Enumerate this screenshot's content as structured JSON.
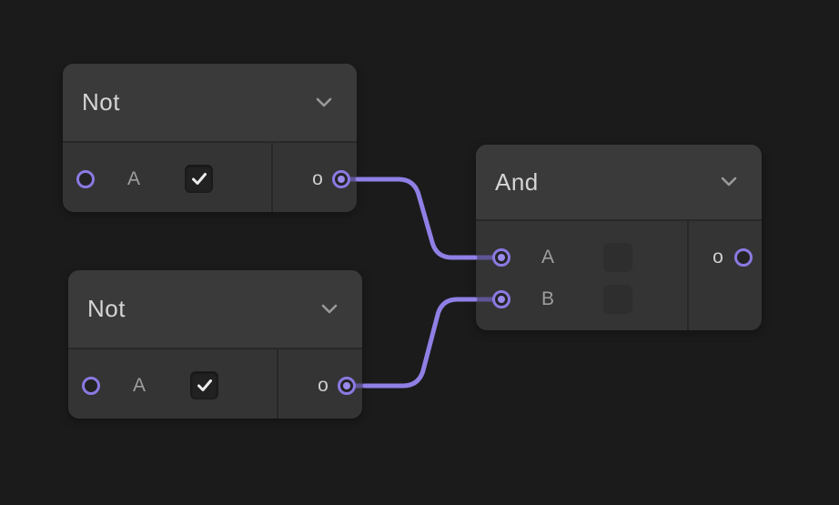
{
  "app": {
    "type": "node-graph-editor"
  },
  "colors": {
    "canvas_background": "#1b1b1b",
    "node_header": "#3a3a3a",
    "node_body": "#343434",
    "divider": "#282828",
    "accent_purple": "#8a7ae2",
    "port_dot": "#9a8aec",
    "wire": "#8f80e6",
    "wire_inside_node": "#5e5596",
    "title_text": "#d5d5d5",
    "label_text": "#9e9e9e",
    "checkbox_background": "#212121",
    "checkmark": "#ececec"
  },
  "nodes": [
    {
      "id": "not-1",
      "title": "Not",
      "collapse_icon": "chevron-down-icon",
      "inputs": [
        {
          "name": "A",
          "connected": false,
          "checkbox_checked": true
        }
      ],
      "outputs": [
        {
          "name": "o",
          "connected": true
        }
      ]
    },
    {
      "id": "not-2",
      "title": "Not",
      "collapse_icon": "chevron-down-icon",
      "inputs": [
        {
          "name": "A",
          "connected": false,
          "checkbox_checked": true
        }
      ],
      "outputs": [
        {
          "name": "o",
          "connected": true
        }
      ]
    },
    {
      "id": "and-1",
      "title": "And",
      "collapse_icon": "chevron-down-icon",
      "inputs": [
        {
          "name": "A",
          "connected": true,
          "value_box_empty": true
        },
        {
          "name": "B",
          "connected": true,
          "value_box_empty": true
        }
      ],
      "outputs": [
        {
          "name": "o",
          "connected": false
        }
      ]
    }
  ],
  "wires": [
    {
      "from": "not-1 output o",
      "to": "and-1 input A"
    },
    {
      "from": "not-2 output o",
      "to": "and-1 input B"
    }
  ]
}
